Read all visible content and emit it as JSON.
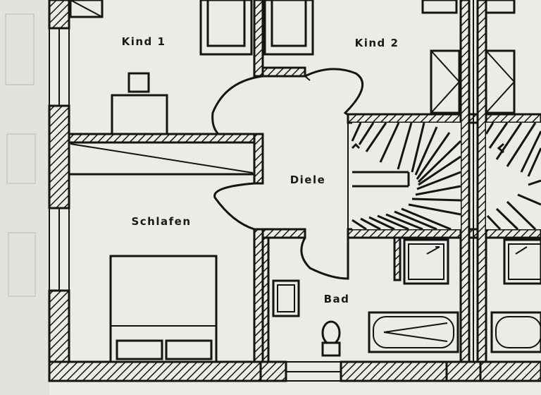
{
  "plan": {
    "rooms": [
      {
        "id": "kind1",
        "label": "Kind 1"
      },
      {
        "id": "kind2",
        "label": "Kind 2"
      },
      {
        "id": "diele",
        "label": "Diele"
      },
      {
        "id": "schlafen",
        "label": "Schlafen"
      },
      {
        "id": "bad",
        "label": "Bad"
      }
    ]
  }
}
